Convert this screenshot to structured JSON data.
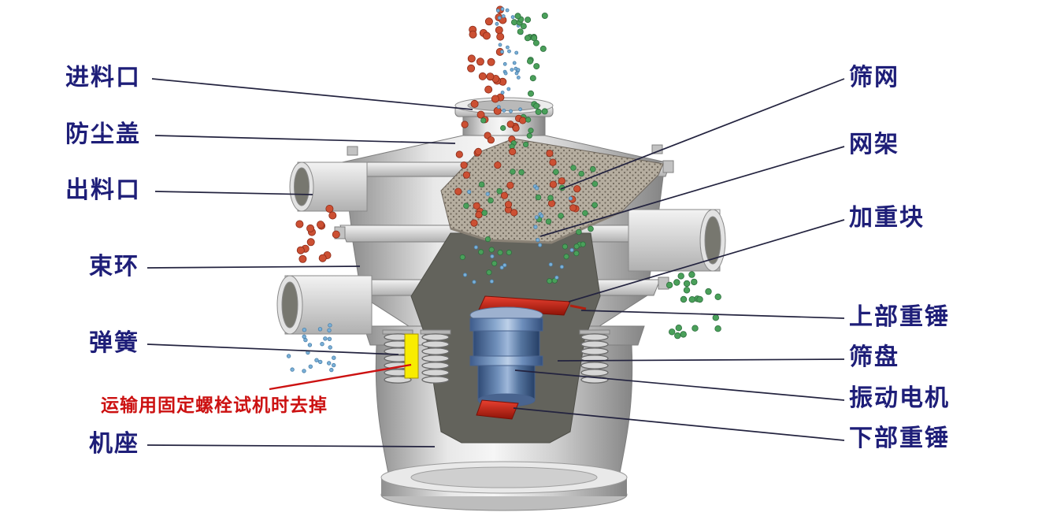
{
  "diagram": {
    "labels_left": [
      {
        "id": "feed-inlet",
        "text": "进料口"
      },
      {
        "id": "dust-cover",
        "text": "防尘盖"
      },
      {
        "id": "discharge-outlet",
        "text": "出料口"
      },
      {
        "id": "clamp-ring",
        "text": "束环"
      },
      {
        "id": "spring",
        "text": "弹簧"
      },
      {
        "id": "machine-base",
        "text": "机座"
      }
    ],
    "transport_note": {
      "text": "运输用固定螺栓试机时去掉"
    },
    "labels_right": [
      {
        "id": "screen-mesh",
        "text": "筛网"
      },
      {
        "id": "mesh-frame",
        "text": "网架"
      },
      {
        "id": "weight-block",
        "text": "加重块"
      },
      {
        "id": "upper-hammer",
        "text": "上部重锤"
      },
      {
        "id": "sieve-tray",
        "text": "筛盘"
      },
      {
        "id": "vibration-motor",
        "text": "振动电机"
      },
      {
        "id": "lower-hammer",
        "text": "下部重锤"
      }
    ],
    "colors": {
      "label_text": "#1e1e78",
      "note_text": "#cc1111",
      "leader_line": "#23233f",
      "note_line": "#cc1111",
      "particle_red": "#cc5033",
      "particle_green": "#4aa05a",
      "particle_blue": "#7ab0d8",
      "motor_blue": "#6d8ebb",
      "bolt_yellow": "#f8ec00",
      "weight_red": "#c42818"
    }
  }
}
